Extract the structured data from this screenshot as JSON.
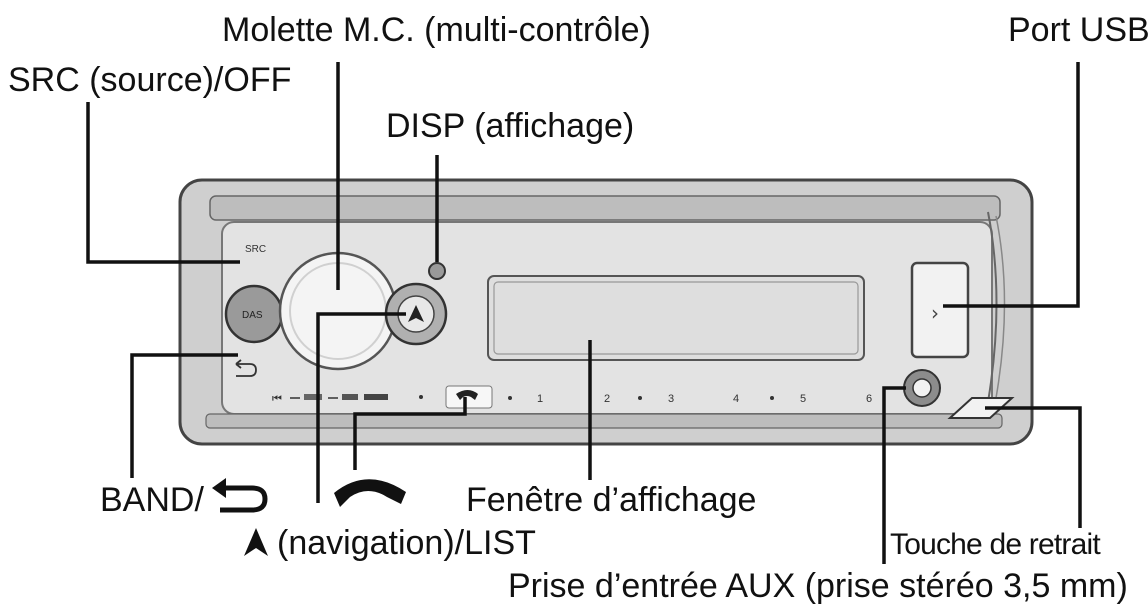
{
  "labels": {
    "multi_control": "Molette M.C. (multi-contrôle)",
    "usb_port": "Port USB",
    "src_off": "SRC (source)/OFF",
    "disp": "DISP (affichage)",
    "band_prefix": "BAND/",
    "navigation_list": "(navigation)/LIST",
    "display_window": "Fenêtre d’affichage",
    "release_button": "Touche de retrait",
    "aux_jack": "Prise d’entrée AUX (prise stéréo 3,5 mm)"
  },
  "panel": {
    "src_print": "SRC",
    "das_print": "DAS",
    "keypad": [
      "1",
      "2",
      "3",
      "4",
      "5",
      "6"
    ],
    "usb_arrow": "›"
  },
  "icons": {
    "back_icon": "back-arrow-icon",
    "phone_icon": "phone-handset-icon",
    "nav_icon": "up-triangle-icon"
  },
  "colors": {
    "panel_fill": "#cfcfcf",
    "panel_inner": "#e3e3e3",
    "line": "#111111"
  }
}
